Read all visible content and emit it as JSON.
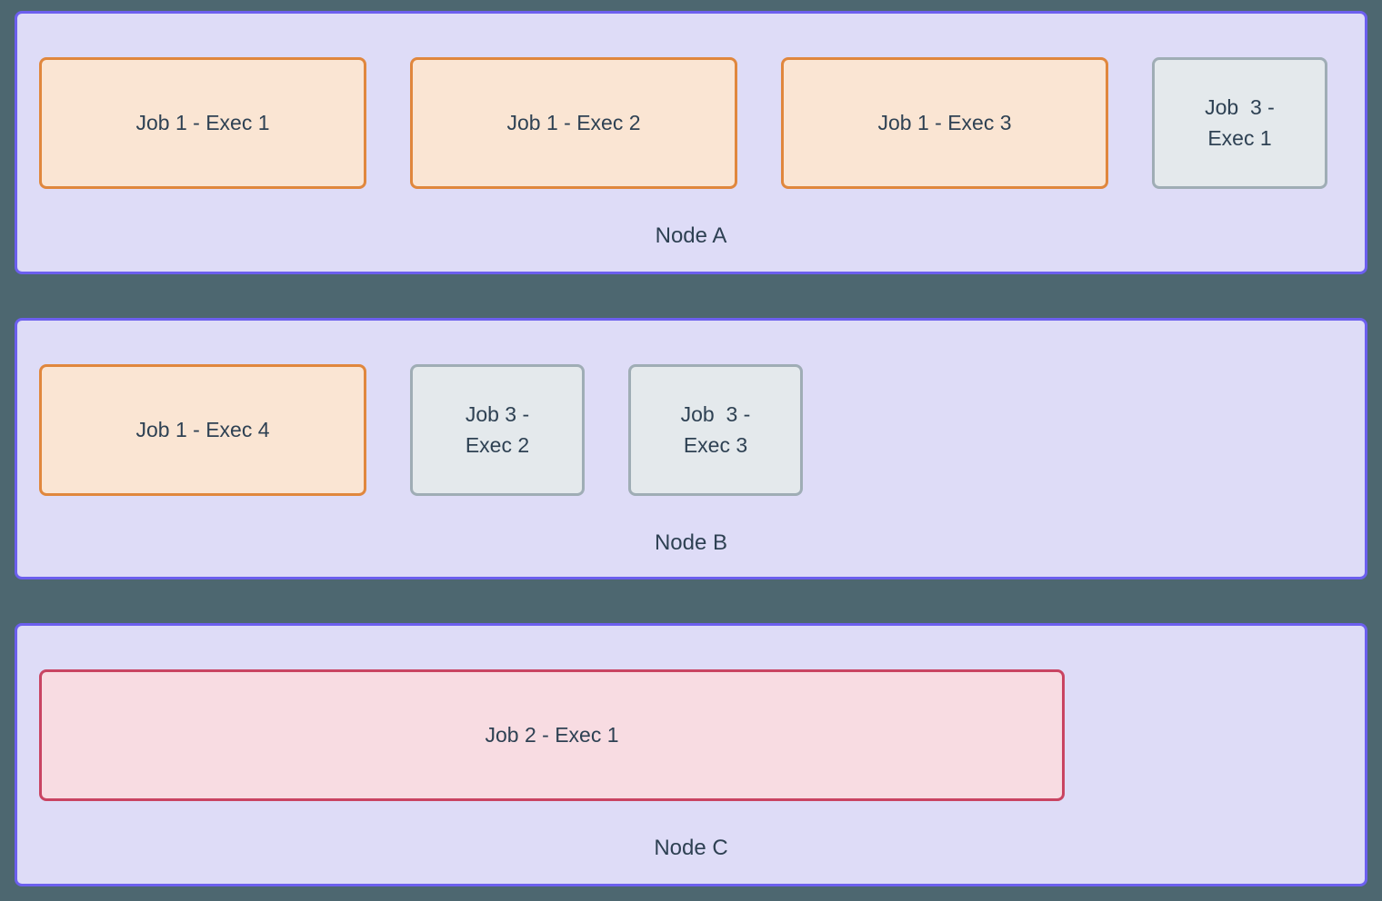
{
  "diagram": {
    "kind": "cluster-scheduling-diagram",
    "nodes": [
      {
        "label": "Node A",
        "executors": [
          {
            "label": "Job 1 - Exec 1",
            "job": "job-1"
          },
          {
            "label": "Job 1 - Exec 2",
            "job": "job-1"
          },
          {
            "label": "Job 1 - Exec 3",
            "job": "job-1"
          },
          {
            "label": "Job  3 -\nExec 1",
            "job": "job-3"
          }
        ]
      },
      {
        "label": "Node B",
        "executors": [
          {
            "label": "Job 1 - Exec 4",
            "job": "job-1"
          },
          {
            "label": "Job 3 -\nExec 2",
            "job": "job-3"
          },
          {
            "label": "Job  3 -\nExec 3",
            "job": "job-3"
          }
        ]
      },
      {
        "label": "Node C",
        "executors": [
          {
            "label": "Job 2 - Exec 1",
            "job": "job-2"
          }
        ]
      }
    ],
    "colors": {
      "background": "#4d6770",
      "node_fill": "#dedcf7",
      "node_border": "#6c5fee",
      "job1_fill": "#fae5d3",
      "job1_border": "#e0873d",
      "job2_fill": "#f8dce2",
      "job2_border": "#c94462",
      "job3_fill": "#e4e9ec",
      "job3_border": "#9fadb5",
      "text": "#2e4153"
    }
  }
}
